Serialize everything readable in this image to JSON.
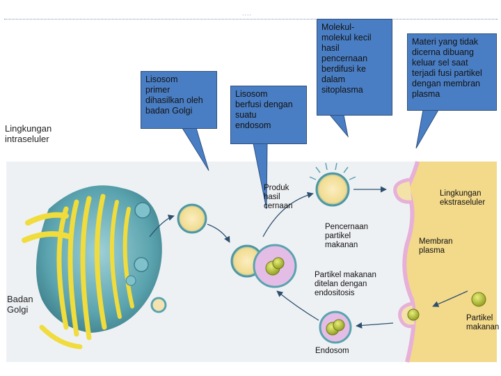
{
  "header": {
    "marker": "....",
    "corner": "."
  },
  "callouts": {
    "lisosom_primer": "Lisosom\nprimer\ndihasilkan oleh\nbadan Golgi",
    "lisosom_endosom": "Lisosom\nberfusi dengan\nsuatu\nendosom",
    "molekul": "Molekul-\nmolekul kecil\nhasil\npencernaan\nberdifusi ke\ndalam\nsitoplasma",
    "materi": "Materi yang tidak\ndicerna dibuang\nkeluar sel saat\nterjadi fusi partikel\ndengan membran\nplasma"
  },
  "labels": {
    "intraseluler": "Lingkungan\nintraseluler",
    "badan_golgi": "Badan\nGolgi",
    "produk": "Produk\nhasil\ncernaan",
    "pencernaan": "Pencernaan\npartikel\nmakanan",
    "partikel_ditelan": "Partikel  makanan\nditelan dengan\nendositosis",
    "endosom": "Endosom",
    "ekstraseluler": "Lingkungan\nekstraseluler",
    "membran": "Membran\nplasma",
    "partikel": "Partikel\nmakanan"
  },
  "colors": {
    "callout_fill": "#4a7ec4",
    "golgi_teal": "#4e97a3",
    "golgi_yellow": "#f0dc3c",
    "extracellular": "#f3d98a",
    "lysosome_pink": "#e3bde6",
    "food_particle": "#b8c43c"
  }
}
